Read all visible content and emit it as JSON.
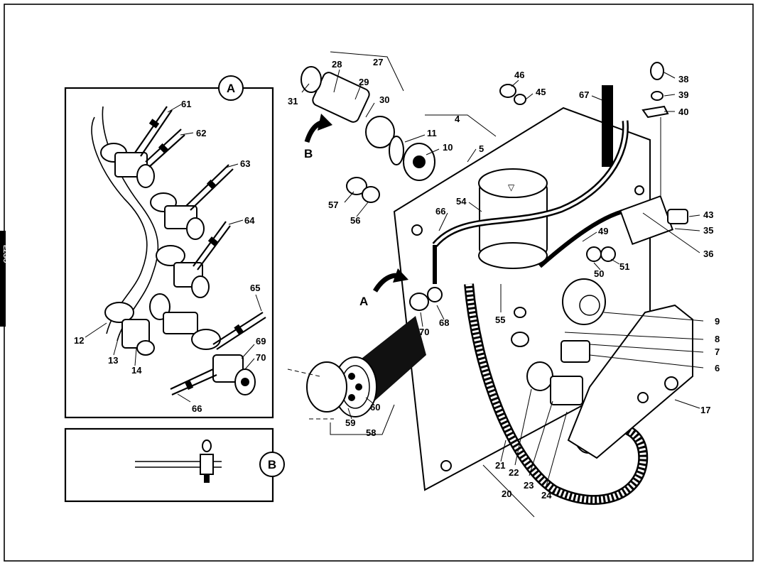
{
  "side_tab": "EZGO",
  "insets": {
    "a": {
      "label": "A"
    },
    "b": {
      "label": "B"
    }
  },
  "arrows": {
    "a": "A",
    "b": "B"
  },
  "parts": [
    {
      "id": "p61",
      "text": "61"
    },
    {
      "id": "p62",
      "text": "62"
    },
    {
      "id": "p63",
      "text": "63"
    },
    {
      "id": "p64",
      "text": "64"
    },
    {
      "id": "p65",
      "text": "65"
    },
    {
      "id": "p69",
      "text": "69"
    },
    {
      "id": "p70a",
      "text": "70"
    },
    {
      "id": "p66a",
      "text": "66"
    },
    {
      "id": "p12",
      "text": "12"
    },
    {
      "id": "p13",
      "text": "13"
    },
    {
      "id": "p14",
      "text": "14"
    },
    {
      "id": "p27",
      "text": "27"
    },
    {
      "id": "p28",
      "text": "28"
    },
    {
      "id": "p29",
      "text": "29"
    },
    {
      "id": "p30",
      "text": "30"
    },
    {
      "id": "p31",
      "text": "31"
    },
    {
      "id": "p11",
      "text": "11"
    },
    {
      "id": "p10",
      "text": "10"
    },
    {
      "id": "p4",
      "text": "4"
    },
    {
      "id": "p5",
      "text": "5"
    },
    {
      "id": "p46",
      "text": "46"
    },
    {
      "id": "p45",
      "text": "45"
    },
    {
      "id": "p67",
      "text": "67"
    },
    {
      "id": "p38",
      "text": "38"
    },
    {
      "id": "p39",
      "text": "39"
    },
    {
      "id": "p40",
      "text": "40"
    },
    {
      "id": "p43",
      "text": "43"
    },
    {
      "id": "p35",
      "text": "35"
    },
    {
      "id": "p36",
      "text": "36"
    },
    {
      "id": "p49",
      "text": "49"
    },
    {
      "id": "p50",
      "text": "50"
    },
    {
      "id": "p51",
      "text": "51"
    },
    {
      "id": "p54",
      "text": "54"
    },
    {
      "id": "p66b",
      "text": "66"
    },
    {
      "id": "p57",
      "text": "57"
    },
    {
      "id": "p56",
      "text": "56"
    },
    {
      "id": "p55",
      "text": "55"
    },
    {
      "id": "p68",
      "text": "68"
    },
    {
      "id": "p70b",
      "text": "70"
    },
    {
      "id": "p9",
      "text": "9"
    },
    {
      "id": "p8",
      "text": "8"
    },
    {
      "id": "p7",
      "text": "7"
    },
    {
      "id": "p6",
      "text": "6"
    },
    {
      "id": "p17",
      "text": "17"
    },
    {
      "id": "p60",
      "text": "60"
    },
    {
      "id": "p59",
      "text": "59"
    },
    {
      "id": "p58",
      "text": "58"
    },
    {
      "id": "p21",
      "text": "21"
    },
    {
      "id": "p22",
      "text": "22"
    },
    {
      "id": "p23",
      "text": "23"
    },
    {
      "id": "p24",
      "text": "24"
    },
    {
      "id": "p20",
      "text": "20"
    }
  ]
}
